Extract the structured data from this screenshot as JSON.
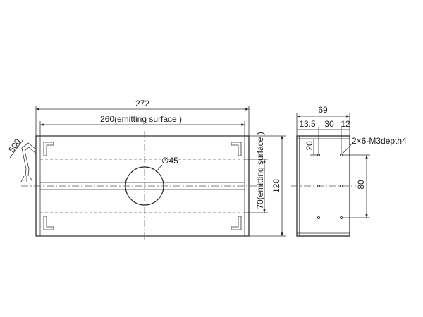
{
  "front_view": {
    "width_label": "272",
    "emitting_width_label": "260(emitting surface )",
    "hole_label": "∅45",
    "emitting_height_label": "70(emitting surface )",
    "height_label": "128",
    "cable_label": "500"
  },
  "side_view": {
    "depth_label": "69",
    "offset_a_label": "13.5",
    "offset_b_label": "30",
    "offset_c_label": "12",
    "top_offset_label": "20",
    "screw_label": "2×6-M3depth4",
    "hole_spacing_label": "80"
  }
}
